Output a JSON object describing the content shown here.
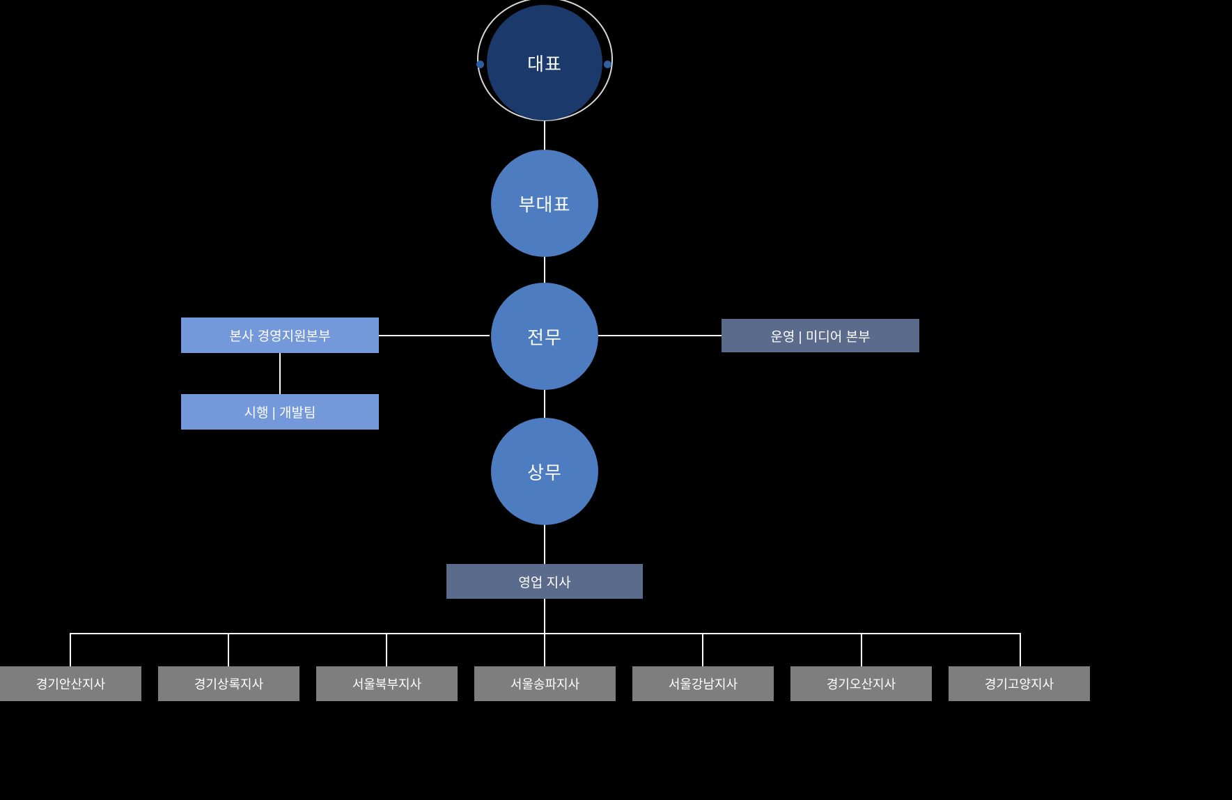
{
  "chart": {
    "type": "org-chart",
    "title": "",
    "background_color": "#000000",
    "palette": {
      "ceo_circle": "#1B3A6B",
      "exec_circle": "#4D7CC0",
      "division_box": "#7499DB",
      "unit_box": "#5A6B8C",
      "branch_box": "#7E7E7E",
      "connector": "#FFFFFF",
      "selection_ring": "#D9D9D9",
      "selection_handle": "#2E5FA3",
      "text": "#FFFFFF"
    }
  },
  "nodes": {
    "ceo": {
      "label": "대표"
    },
    "vice_ceo": {
      "label": "부대표"
    },
    "executive_director": {
      "label": "전무"
    },
    "managing_director": {
      "label": "상무"
    },
    "hq_support": {
      "label": "본사 경영지원본부"
    },
    "dev_team": {
      "label": "시행 | 개발팀"
    },
    "media_div": {
      "label": "운영 | 미디어 본부"
    },
    "sales_branches": {
      "label": "영업 지사"
    }
  },
  "branches": [
    {
      "label": "경기안산지사"
    },
    {
      "label": "경기상록지사"
    },
    {
      "label": "서울북부지사"
    },
    {
      "label": "서울송파지사"
    },
    {
      "label": "서울강남지사"
    },
    {
      "label": "경기오산지사"
    },
    {
      "label": "경기고양지사"
    }
  ]
}
